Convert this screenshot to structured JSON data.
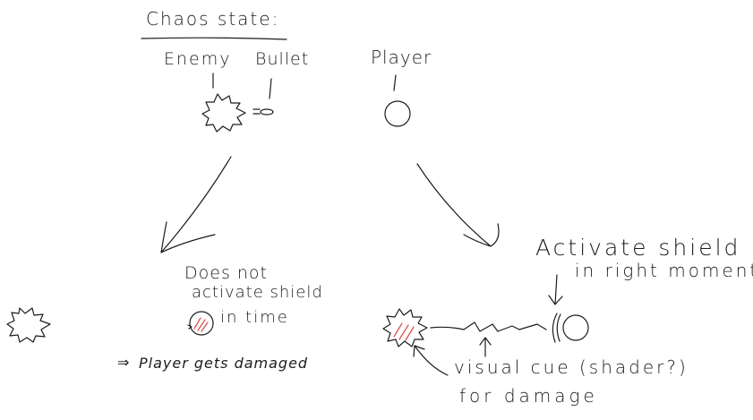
{
  "diagram": {
    "title": "Chaos state:",
    "labels": {
      "enemy": "Enemy",
      "bullet": "Bullet",
      "player": "Player"
    },
    "left_outcome": {
      "line1": "Does not",
      "line2": "activate shield",
      "line3": "in time",
      "result_arrow": "⇒",
      "result": "Player gets damaged"
    },
    "right_outcome": {
      "line1": "Activate shield",
      "line2": "in right moment",
      "cue_line1": "visual cue (shader?)",
      "cue_line2": "for damage"
    },
    "colors": {
      "ink": "#1c1c1c",
      "damage": "#d9534f"
    }
  }
}
